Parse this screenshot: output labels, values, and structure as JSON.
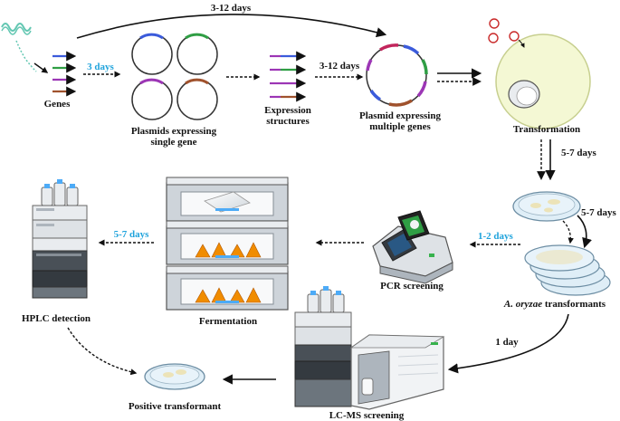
{
  "colors": {
    "text": "#111111",
    "duration_highlight": "#1fa3dc",
    "plasmid_outline": "#333333",
    "gene_blue": "#3b5bdb",
    "gene_green": "#2f9e44",
    "gene_purple": "#9c36b5",
    "gene_brown": "#a0522d",
    "cell_fill": "#f4f8d4",
    "plate_fill": "#dfeef7",
    "orange_culture": "#f08c00"
  },
  "labels": {
    "genes": "Genes",
    "plasmids_single_line1": "Plasmids expressing",
    "plasmids_single_line2": "single gene",
    "expression_line1": "Expression",
    "expression_line2": "structures",
    "plasmid_multi_line1": "Plasmid expressing",
    "plasmid_multi_line2": "multiple genes",
    "transformation": "Transformation",
    "transformants_species": "A. oryzae",
    "transformants_rest": " transformants",
    "pcr": "PCR screening",
    "fermentation": "Fermentation",
    "hplc": "HPLC detection",
    "positive": "Positive transformant",
    "lcms": "LC-MS screening"
  },
  "durations": {
    "top_arc": "3-12 days",
    "genes_to_plasmids": "3 days",
    "structures_to_plasmid": "3-12 days",
    "transformation_down": "5-7 days",
    "plate_to_stack": "5-7 days",
    "transformants_to_pcr": "1-2 days",
    "fermentation_to_hplc": "5-7 days",
    "transformants_to_lcms": "1 day"
  },
  "icons": {
    "dna": "dna-strand-icon",
    "plasmid": "plasmid-ring-icon",
    "cell": "fungal-cell-icon",
    "petri": "petri-dish-icon",
    "pcr": "thermocycler-icon",
    "incubator": "shaker-incubator-icon",
    "hplc": "hplc-instrument-icon",
    "lcms": "lcms-instrument-icon"
  }
}
